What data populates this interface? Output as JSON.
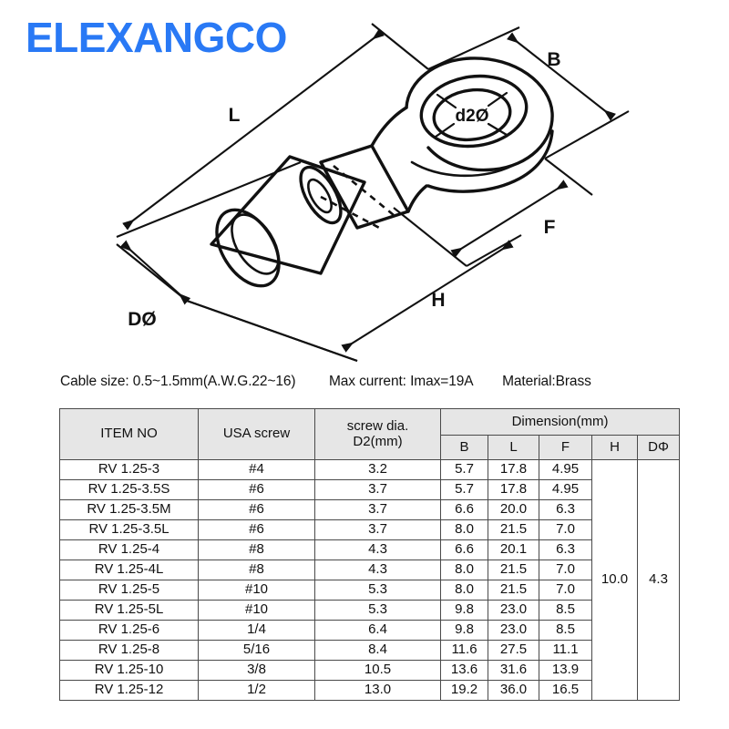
{
  "brand": {
    "name": "ELEXANGCO",
    "color": "#2979f5"
  },
  "drawing": {
    "title": "insulated-ring-terminal-isometric-drawing",
    "dimension_labels": {
      "length": "L",
      "width": "B",
      "flange": "F",
      "height": "H",
      "barrel_diameter": "DØ",
      "hole_diameter": "d2Ø"
    }
  },
  "caption": {
    "cable_size": "Cable size: 0.5~1.5mm(A.W.G.22~16)",
    "max_current": "Max current: Imax=19A",
    "material": "Material:Brass"
  },
  "table": {
    "headers": {
      "item_no": "ITEM NO",
      "usa_screw": "USA screw",
      "screw_dia_line1": "screw dia.",
      "screw_dia_line2": "D2(mm)",
      "dimension_group": "Dimension(mm)",
      "b": "B",
      "l": "L",
      "f": "F",
      "h": "H",
      "dphi": "DΦ"
    },
    "merged": {
      "h_value": "10.0",
      "dphi_value": "4.3"
    },
    "rows": [
      {
        "item": "RV  1.25-3",
        "usa": "#4",
        "d2": "3.2",
        "b": "5.7",
        "l": "17.8",
        "f": "4.95"
      },
      {
        "item": "RV  1.25-3.5S",
        "usa": "#6",
        "d2": "3.7",
        "b": "5.7",
        "l": "17.8",
        "f": "4.95"
      },
      {
        "item": "RV  1.25-3.5M",
        "usa": "#6",
        "d2": "3.7",
        "b": "6.6",
        "l": "20.0",
        "f": "6.3"
      },
      {
        "item": "RV  1.25-3.5L",
        "usa": "#6",
        "d2": "3.7",
        "b": "8.0",
        "l": "21.5",
        "f": "7.0"
      },
      {
        "item": "RV  1.25-4",
        "usa": "#8",
        "d2": "4.3",
        "b": "6.6",
        "l": "20.1",
        "f": "6.3"
      },
      {
        "item": "RV  1.25-4L",
        "usa": "#8",
        "d2": "4.3",
        "b": "8.0",
        "l": "21.5",
        "f": "7.0"
      },
      {
        "item": "RV  1.25-5",
        "usa": "#10",
        "d2": "5.3",
        "b": "8.0",
        "l": "21.5",
        "f": "7.0"
      },
      {
        "item": "RV  1.25-5L",
        "usa": "#10",
        "d2": "5.3",
        "b": "9.8",
        "l": "23.0",
        "f": "8.5"
      },
      {
        "item": "RV  1.25-6",
        "usa": "1/4",
        "d2": "6.4",
        "b": "9.8",
        "l": "23.0",
        "f": "8.5"
      },
      {
        "item": "RV  1.25-8",
        "usa": "5/16",
        "d2": "8.4",
        "b": "11.6",
        "l": "27.5",
        "f": "11.1"
      },
      {
        "item": "RV  1.25-10",
        "usa": "3/8",
        "d2": "10.5",
        "b": "13.6",
        "l": "31.6",
        "f": "13.9"
      },
      {
        "item": "RV  1.25-12",
        "usa": "1/2",
        "d2": "13.0",
        "b": "19.2",
        "l": "36.0",
        "f": "16.5"
      }
    ]
  }
}
